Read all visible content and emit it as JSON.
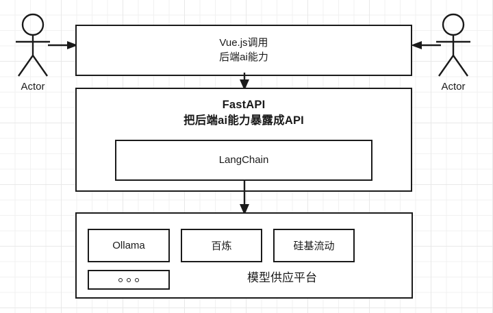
{
  "diagram": {
    "title": "AI backend architecture diagram",
    "stroke_color": "#1a1a1a",
    "background_color": "#ffffff",
    "grid_color": "#e8e8e8"
  },
  "actors": [
    {
      "id": "left",
      "label": "Actor",
      "arrow_direction": "right"
    },
    {
      "id": "right",
      "label": "Actor",
      "arrow_direction": "left"
    }
  ],
  "layers": {
    "frontend": {
      "line1": "Vue.js调用",
      "line2": "后端ai能力"
    },
    "backend": {
      "line1": "FastAPI",
      "line2": "把后端ai能力暴露成API",
      "inner": {
        "label": "LangChain"
      }
    },
    "platform": {
      "title": "模型供应平台",
      "providers": [
        {
          "label": "Ollama"
        },
        {
          "label": "百炼"
        },
        {
          "label": "硅基流动"
        }
      ],
      "more": {
        "label": "○ ○ ○",
        "icon": "ellipsis-circles-icon"
      }
    }
  },
  "connectors": [
    {
      "id": "left-actor-to-frontend",
      "from": "actor-left",
      "to": "frontend",
      "style": "arrow-right"
    },
    {
      "id": "right-actor-to-frontend",
      "from": "actor-right",
      "to": "frontend",
      "style": "arrow-left"
    },
    {
      "id": "frontend-to-backend",
      "from": "frontend",
      "to": "backend",
      "style": "arrow-down"
    },
    {
      "id": "backend-to-platform",
      "from": "backend",
      "to": "platform",
      "style": "arrow-down"
    }
  ]
}
